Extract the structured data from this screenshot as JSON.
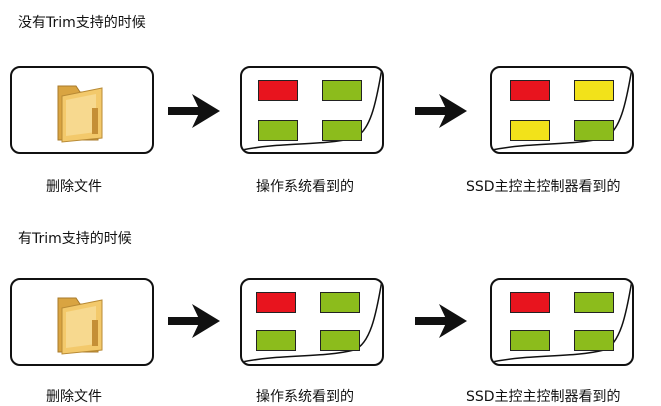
{
  "rows": [
    {
      "heading": "没有Trim支持的时候",
      "captions": [
        "删除文件",
        "操作系统看到的",
        "SSD主控主控制器看到的"
      ],
      "os_blocks": [
        "red",
        "green",
        "green",
        "green"
      ],
      "ssd_blocks": [
        "red",
        "yellow",
        "yellow",
        "green"
      ]
    },
    {
      "heading": "有Trim支持的时候",
      "captions": [
        "删除文件",
        "操作系统看到的",
        "SSD主控主控制器看到的"
      ],
      "os_blocks": [
        "red",
        "green",
        "green",
        "green"
      ],
      "ssd_blocks": [
        "red",
        "green",
        "green",
        "green"
      ]
    }
  ],
  "colors": {
    "red": "#e8141e",
    "green": "#8cbc1c",
    "yellow": "#f2e21a"
  },
  "icons": [
    "folder-icon",
    "arrow-right-icon"
  ]
}
